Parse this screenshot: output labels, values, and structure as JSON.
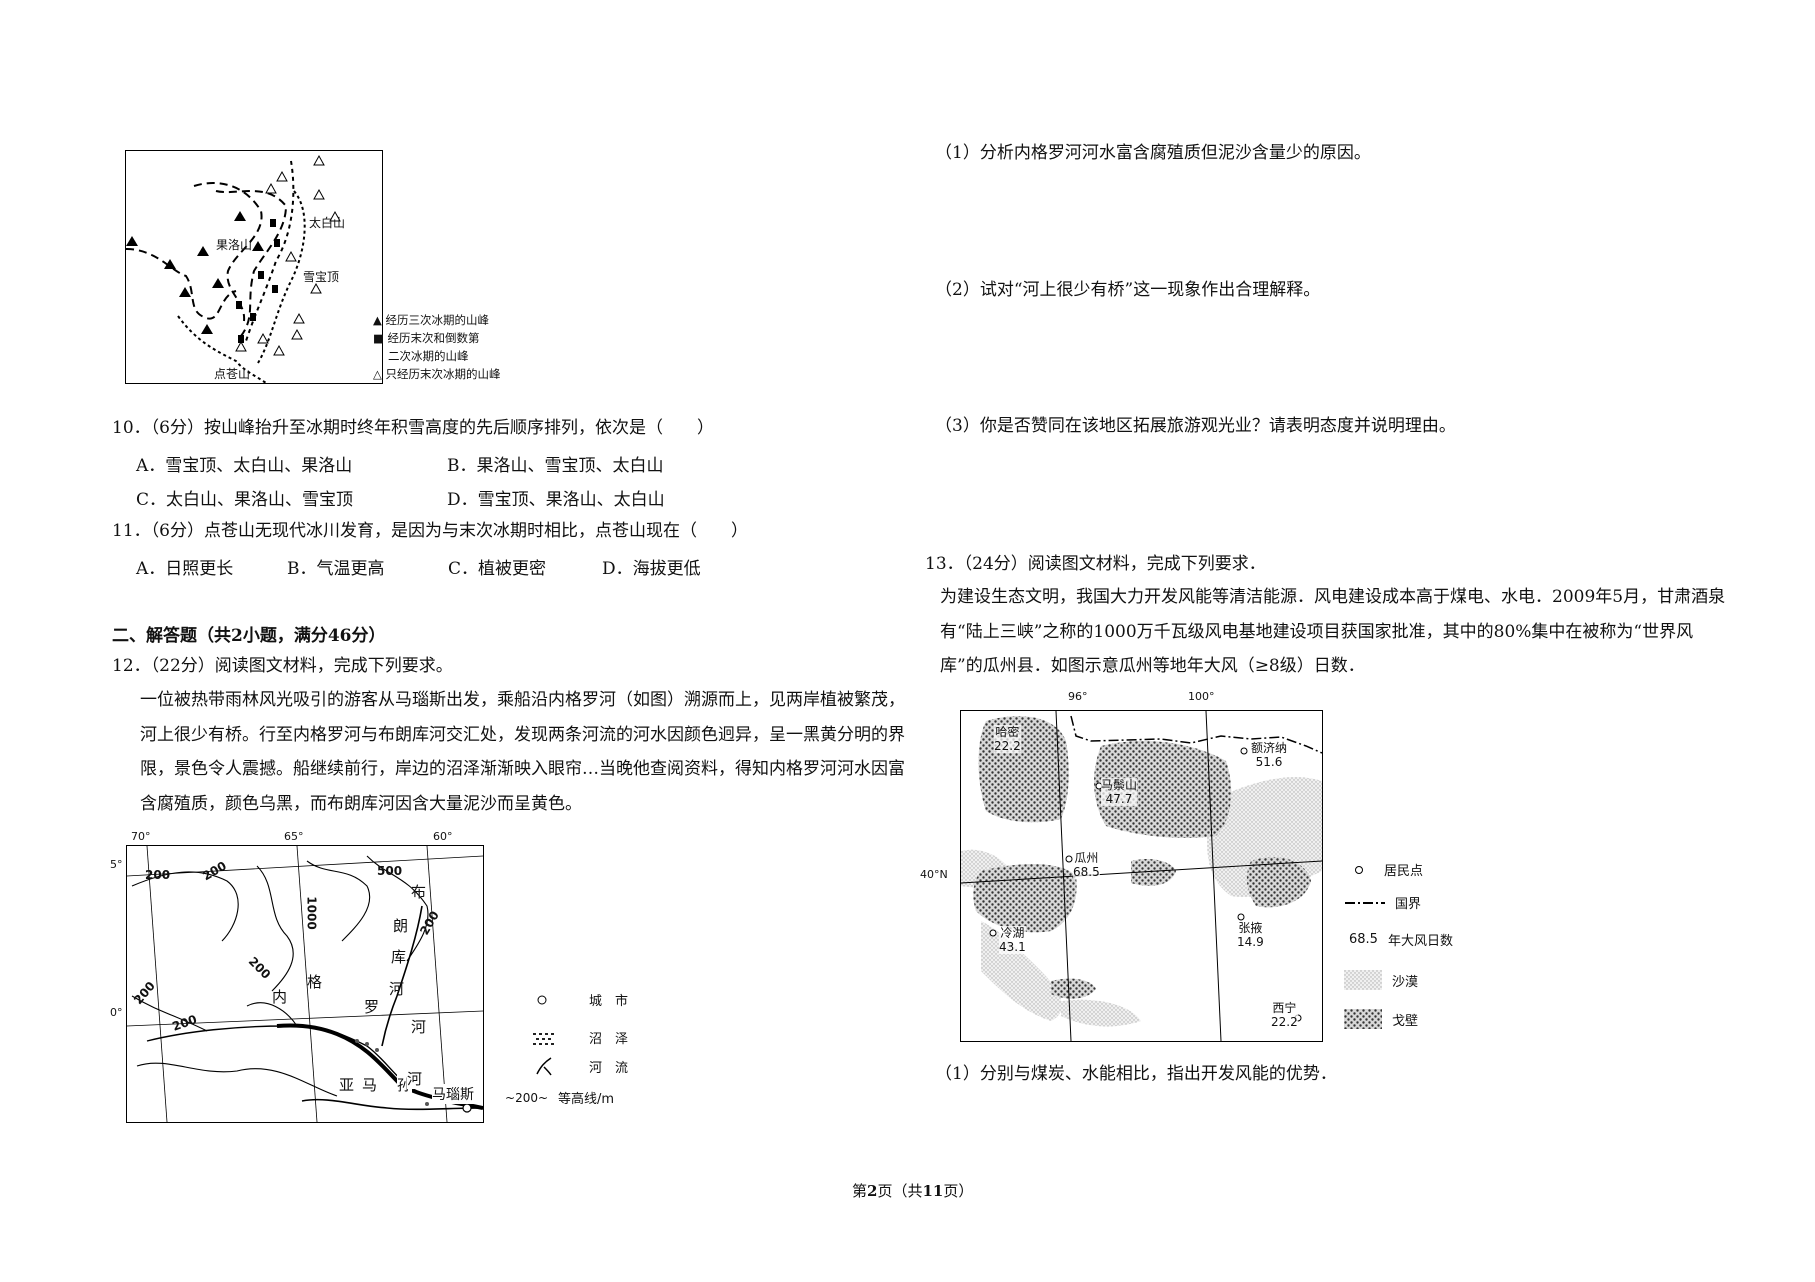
{
  "map_glacier": {
    "places": [
      "果洛山",
      "太白山",
      "雪宝顶",
      "点苍山"
    ],
    "legend": [
      "经历三次冰期的山峰",
      "经历末次和倒数第",
      "二次冰期的山峰",
      "只经历末次冰期的山峰"
    ]
  },
  "q10": {
    "stem": "10．（6分）按山峰抬升至冰期时终年积雪高度的先后顺序排列，依次是（　　）",
    "options": [
      "A．雪宝顶、太白山、果洛山",
      "B．果洛山、雪宝顶、太白山",
      "C．太白山、果洛山、雪宝顶",
      "D．雪宝顶、果洛山、太白山"
    ]
  },
  "q11": {
    "stem": "11．（6分）点苍山无现代冰川发育，是因为与末次冰期时相比，点苍山现在（　　）",
    "options": [
      "A．日照更长",
      "B．气温更高",
      "C．植被更密",
      "D．海拔更低"
    ]
  },
  "section2": "二、解答题（共2小题，满分46分）",
  "q12": {
    "stem": "12．（22分）阅读图文材料，完成下列要求。",
    "para": "一位被热带雨林风光吸引的游客从马瑙斯出发，乘船沿内格罗河（如图）溯源而上，见两岸植被繁茂，河上很少有桥。行至内格罗河与布朗库河交汇处，发现两条河流的河水因颜色迥异，呈一黑黄分明的界限，景色令人震撼。船继续前行，岸边的沼泽渐渐映入眼帘…当晚他查阅资料，得知内格罗河河水因富含腐殖质，颜色乌黑，而布朗库河因含大量泥沙而呈黄色。",
    "sub1": "（1）分析内格罗河河水富含腐殖质但泥沙含量少的原因。",
    "sub2": "（2）试对“河上很少有桥”这一现象作出合理解释。",
    "sub3": "（3）你是否赞同在该地区拓展旅游观光业？请表明态度并说明理由。"
  },
  "map_amazon": {
    "lon": [
      "70°",
      "65°",
      "60°"
    ],
    "lat": [
      "5°",
      "0°"
    ],
    "contours": [
      "200",
      "200",
      "1000",
      "500",
      "200",
      "200",
      "200",
      "200"
    ],
    "rivers": [
      "布",
      "朗",
      "库",
      "河",
      "内",
      "格",
      "罗",
      "河",
      "亚",
      "马",
      "孙",
      "河"
    ],
    "city": "马瑙斯",
    "legend": [
      "城　市",
      "沼　泽",
      "河　流",
      "等高线/m"
    ],
    "legend_contour_value": "200"
  },
  "q13": {
    "stem": "13．（24分）阅读图文材料，完成下列要求．",
    "para": "为建设生态文明，我国大力开发风能等清洁能源．风电建设成本高于煤电、水电．2009年5月，甘肃酒泉有“陆上三峡”之称的1000万千瓦级风电基地建设项目获国家批准，其中的80%集中在被称为“世界风库”的瓜州县．如图示意瓜州等地年大风（≥8级）日数．",
    "sub1": "（1）分别与煤炭、水能相比，指出开发风能的优势．"
  },
  "map_gansu": {
    "lon": [
      "96°",
      "100°"
    ],
    "lat": "40°N",
    "stations": [
      {
        "name": "哈密",
        "value": "22.2"
      },
      {
        "name": "额济纳",
        "value": "51.6"
      },
      {
        "name": "马鬃山",
        "value": "47.7"
      },
      {
        "name": "瓜州",
        "value": "68.5"
      },
      {
        "name": "冷湖",
        "value": "43.1"
      },
      {
        "name": "张掖",
        "value": "14.9"
      },
      {
        "name": "西宁",
        "value": "22.2"
      }
    ],
    "legend": [
      "居民点",
      "国界",
      "年大风日数",
      "沙漠",
      "戈壁"
    ],
    "legend_value": "68.5"
  },
  "footer": {
    "pre": "第",
    "page": "2",
    "mid": "页（共",
    "total": "11",
    "post": "页）"
  }
}
